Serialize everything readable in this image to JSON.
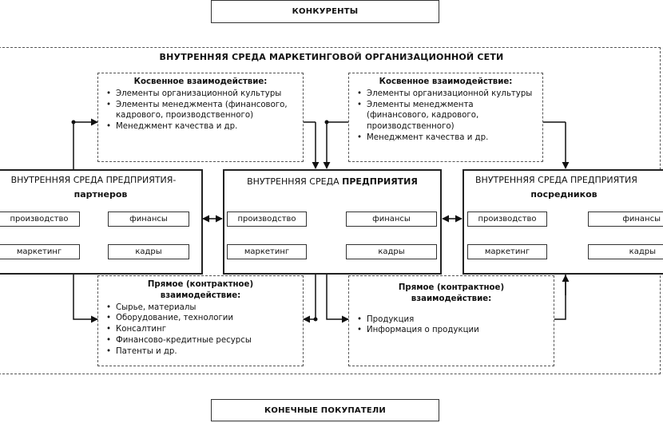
{
  "top_label": "КОНКУРЕНТЫ",
  "bottom_label": "КОНЕЧНЫЕ ПОКУПАТЕЛИ",
  "network_title": "ВНУТРЕННЯЯ СРЕДА МАРКЕТИНГОВОЙ ОРГАНИЗАЦИОННОЙ СЕТИ",
  "indirect_left": {
    "title": "Косвенное взаимодействие:",
    "items": [
      "Элементы организационной культуры",
      "Элементы менеджмента (финансового, кадрового, производственного)",
      "Менеджмент качества и др."
    ]
  },
  "indirect_right": {
    "title": "Косвенное взаимодействие:",
    "items": [
      "Элементы организационной культуры",
      "Элементы менеджмента (финансового, кадрового, производственного)",
      "Менеджмент качества и др."
    ]
  },
  "direct_left": {
    "title_line1": "Прямое (контрактное)",
    "title_line2": "взаимодействие:",
    "items": [
      "Сырье, материалы",
      "Оборудование, технологии",
      "Консалтинг",
      "Финансово-кредитные ресурсы",
      "Патенты и др."
    ]
  },
  "direct_right": {
    "title_line1": "Прямое (контрактное)",
    "title_line2": "взаимодействие:",
    "items": [
      "Продукция",
      "Информация о продукции"
    ]
  },
  "partners": {
    "title_line1": "ВНУТРЕННЯЯ СРЕДА ПРЕДПРИЯТИЯ-",
    "title_line2": "партнеров",
    "production": "производство",
    "finance": "финансы",
    "marketing": "маркетинг",
    "staff": "кадры"
  },
  "enterprise": {
    "title_plain": "ВНУТРЕННЯЯ СРЕДА ",
    "title_bold": "ПРЕДПРИЯТИЯ",
    "production": "производство",
    "finance": "финансы",
    "marketing": "маркетинг",
    "staff": "кадры"
  },
  "intermediaries": {
    "title_line1": "ВНУТРЕННЯЯ СРЕДА ПРЕДПРИЯТИЯ",
    "title_line2": "посредников",
    "production": "производство",
    "finance": "финансы",
    "marketing": "маркетинг",
    "staff": "кадры"
  }
}
